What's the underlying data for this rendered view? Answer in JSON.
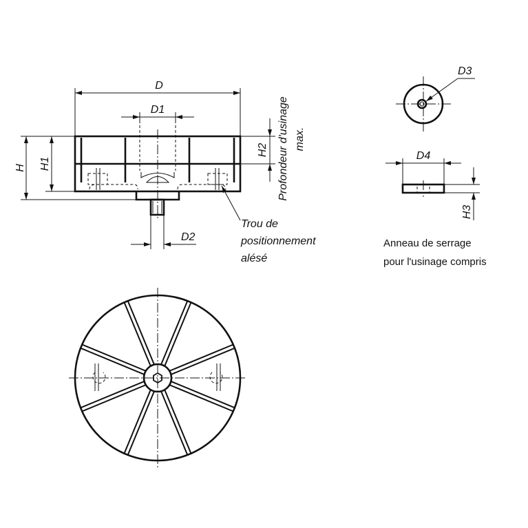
{
  "labels": {
    "D": "D",
    "D1": "D1",
    "D2": "D2",
    "D3": "D3",
    "D4": "D4",
    "H": "H",
    "H1": "H1",
    "H2": "H2",
    "H3": "H3"
  },
  "annotations": {
    "machining_depth_line1": "Profondeur d'usinage",
    "machining_depth_line2": "max.",
    "locating_hole_line1": "Trou de",
    "locating_hole_line2": "positionnement",
    "locating_hole_line3": "alésé"
  },
  "caption": {
    "line1": "Anneau de serrage",
    "line2": "pour l'usinage compris"
  }
}
